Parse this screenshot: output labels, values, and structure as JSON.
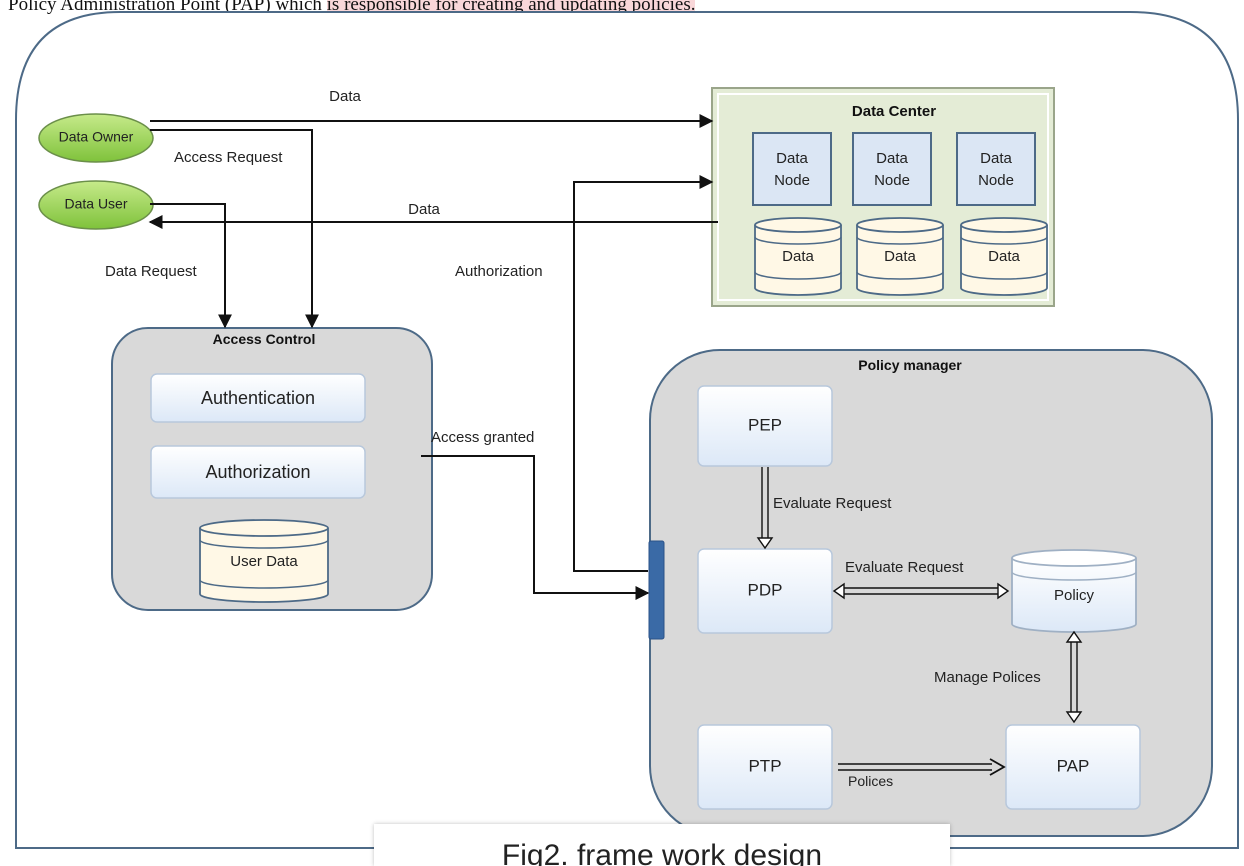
{
  "header_text": {
    "part1": "Policy Administration Point (PAP) which ",
    "part2": "is responsible for creating and updating policies."
  },
  "actors": {
    "data_owner": "Data Owner",
    "data_user": "Data User"
  },
  "data_center": {
    "title": "Data Center",
    "nodes": [
      "Data Node",
      "Data Node",
      "Data Node"
    ],
    "stores": [
      "Data",
      "Data",
      "Data"
    ]
  },
  "access_control": {
    "title": "Access Control",
    "authentication": "Authentication",
    "authorization": "Authorization",
    "user_data": "User Data"
  },
  "policy_manager": {
    "title": "Policy manager",
    "pep": "PEP",
    "pdp": "PDP",
    "ptp": "PTP",
    "pap": "PAP",
    "policy": "Policy"
  },
  "edge_labels": {
    "data_top": "Data",
    "access_request": "Access Request",
    "data_return": "Data",
    "data_request": "Data Request",
    "authorization": "Authorization",
    "access_granted": "Access granted",
    "evaluate_request_1": "Evaluate Request",
    "evaluate_request_2": "Evaluate Request",
    "manage_polices": "Manage Polices",
    "polices": "Polices"
  },
  "caption": "Fig2. frame work design"
}
